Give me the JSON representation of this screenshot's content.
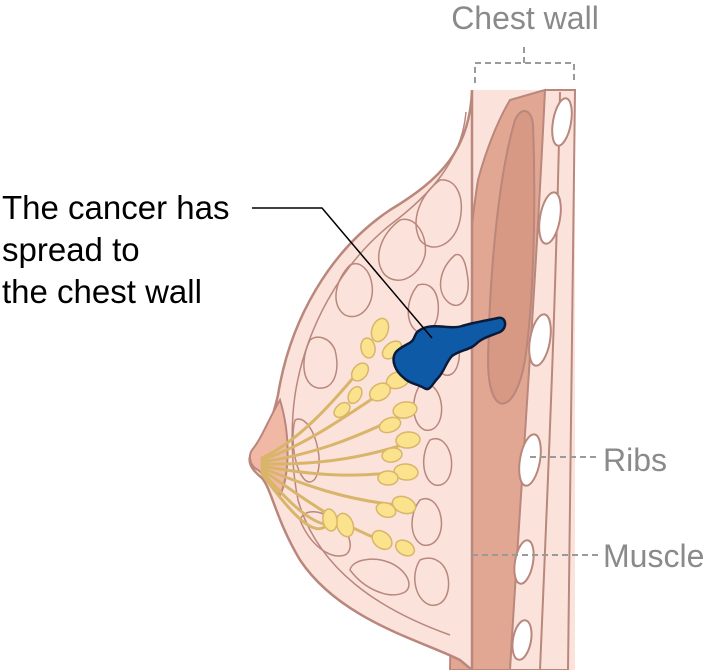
{
  "labels": {
    "chest_wall": "Chest wall",
    "cancer_line1": "The cancer has",
    "cancer_line2": "spread to",
    "cancer_line3": "the chest wall",
    "ribs": "Ribs",
    "muscle": "Muscle"
  },
  "colors": {
    "skin_outline": "#b9877c",
    "skin_fill": "#fbe3dc",
    "muscle": "#e2a792",
    "muscle_dark": "#d79884",
    "gland_fill": "#fbe38e",
    "gland_outline": "#d9b56a",
    "rib_fill": "#ffffff",
    "tumor_fill": "#0e5aa7",
    "tumor_outline": "#0a1a3a",
    "leader_grey": "#9a9a9a"
  },
  "icons": [
    "breast-cross-section-illustration",
    "tumor-blob",
    "rib-ovals"
  ]
}
